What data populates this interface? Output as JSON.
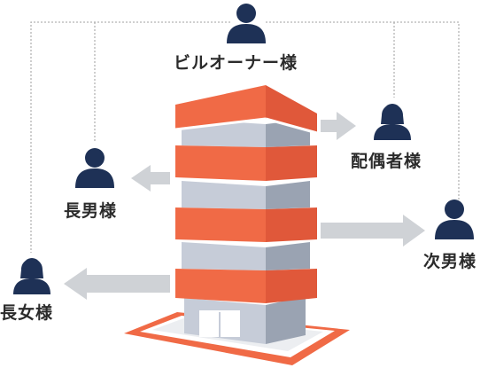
{
  "diagram": {
    "owner_label": "ビルオーナー様",
    "spouse_label": "配偶者様",
    "eldest_son_label": "長男様",
    "second_son_label": "次男様",
    "eldest_daughter_label": "長女様"
  },
  "colors": {
    "person": "#1e3156",
    "arrow": "#cfd2d6",
    "connector": "#b3b3b3",
    "building_orange": "#f06a46",
    "building_orange_side": "#e0583a",
    "building_window": "#c6ccd8",
    "building_window_side": "#9aa3b2",
    "ground": "#f06a46"
  },
  "icons": [
    "owner-person-icon",
    "spouse-person-icon",
    "eldest-son-person-icon",
    "second-son-person-icon",
    "eldest-daughter-person-icon"
  ]
}
